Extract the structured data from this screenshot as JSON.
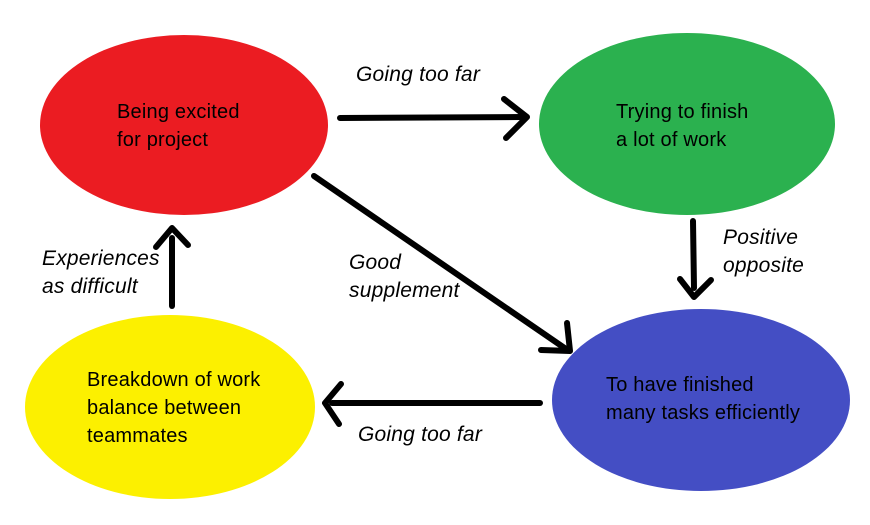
{
  "colors": {
    "red": "#eb1c22",
    "green": "#2bb14f",
    "blue": "#444ec4",
    "yellow": "#fcf000",
    "arrow": "#000000",
    "text": "#000000",
    "background": "#ffffff"
  },
  "nodes": {
    "excited": {
      "label": "Being excited\nfor project"
    },
    "trying": {
      "label": "Trying to finish\na lot of work"
    },
    "finished": {
      "label": "To have finished\nmany tasks efficiently"
    },
    "breakdown": {
      "label": "Breakdown of work\nbalance between\nteammates"
    }
  },
  "edges": {
    "red_to_green": {
      "label": "Going too far"
    },
    "green_to_blue": {
      "label": "Positive\nopposite"
    },
    "red_to_blue": {
      "label": "Good\nsupplement"
    },
    "blue_to_yellow": {
      "label": "Going too far"
    },
    "yellow_to_red": {
      "label": "Experiences\nas difficult"
    }
  }
}
